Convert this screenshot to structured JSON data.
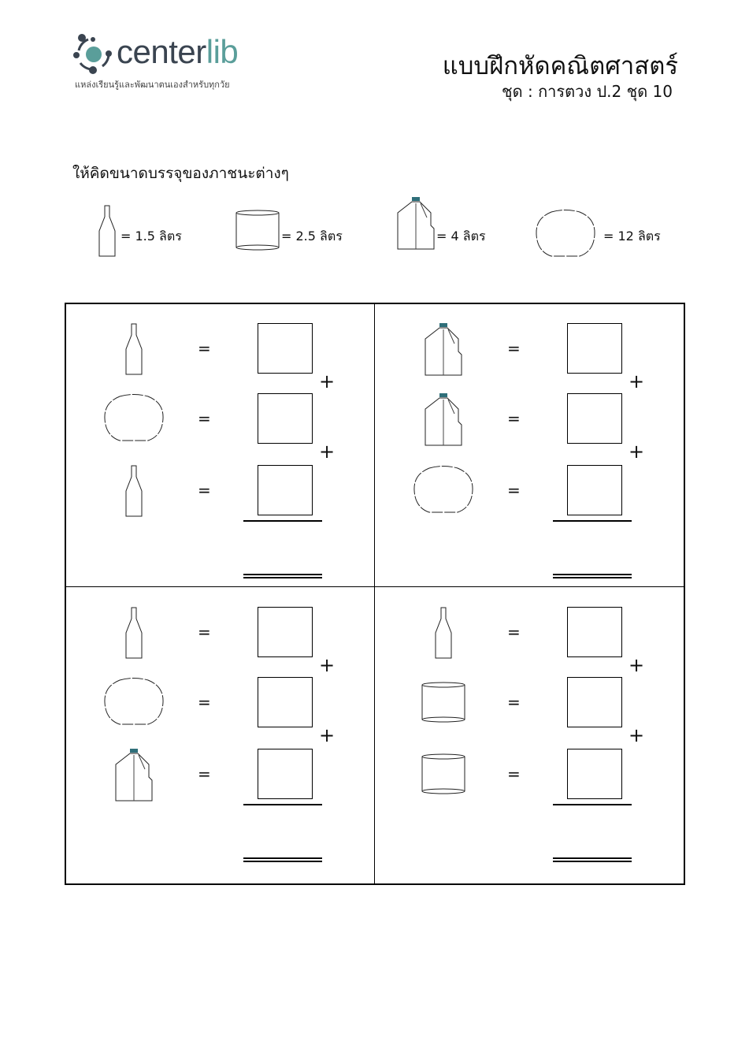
{
  "header": {
    "logo_name": "centerlib",
    "logo_prefix": "center",
    "logo_suffix": "lib",
    "logo_tagline": "แหล่งเรียนรู้และพัฒนาตนเองสำหรับทุกวัย",
    "title": "แบบฝึกหัดคณิตศาสตร์",
    "subtitle": "ชุด : การตวง ป.2 ชุด 10"
  },
  "instruction": "ให้คิดขนาดบรรจุของภาชนะต่างๆ",
  "legend": [
    {
      "icon": "bottle-icon",
      "label": "= 1.5 ลิตร"
    },
    {
      "icon": "can-icon",
      "label": "= 2.5 ลิตร"
    },
    {
      "icon": "jug-icon",
      "label": "= 4 ลิตร"
    },
    {
      "icon": "pot-icon",
      "label": "= 12 ลิตร"
    }
  ],
  "symbols": {
    "equals": "=",
    "plus": "+"
  },
  "problems": [
    {
      "items": [
        "bottle",
        "pot",
        "bottle"
      ]
    },
    {
      "items": [
        "jug",
        "jug",
        "pot"
      ]
    },
    {
      "items": [
        "bottle",
        "pot",
        "jug"
      ]
    },
    {
      "items": [
        "bottle",
        "can",
        "can"
      ]
    }
  ],
  "colors": {
    "logo_dark": "#3a4450",
    "logo_teal": "#5a9e9a",
    "cap": "#2f6f7a"
  }
}
